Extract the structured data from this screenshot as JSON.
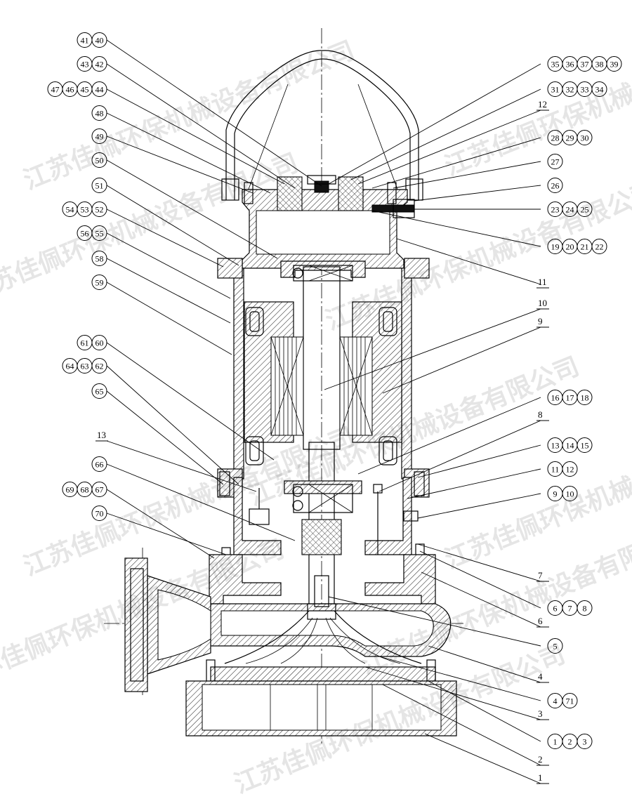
{
  "watermark": {
    "text": "江苏佳佩环保机械设备有限公司",
    "color": "#9a9a9a"
  },
  "labels_left": [
    {
      "id": "L1",
      "text": "41 40",
      "numbers": [
        "41",
        "40"
      ]
    },
    {
      "id": "L2",
      "text": "43 42",
      "numbers": [
        "43",
        "42"
      ]
    },
    {
      "id": "L3",
      "text": "47 46 45 44",
      "numbers": [
        "47",
        "46",
        "45",
        "44"
      ]
    },
    {
      "id": "L4",
      "text": "48",
      "numbers": [
        "48"
      ]
    },
    {
      "id": "L5",
      "text": "49",
      "numbers": [
        "49"
      ]
    },
    {
      "id": "L6",
      "text": "50",
      "numbers": [
        "50"
      ]
    },
    {
      "id": "L7",
      "text": "51",
      "numbers": [
        "51"
      ]
    },
    {
      "id": "L8",
      "text": "54 53 52",
      "numbers": [
        "54",
        "53",
        "52"
      ]
    },
    {
      "id": "L9",
      "text": "56 55",
      "numbers": [
        "56",
        "55"
      ]
    },
    {
      "id": "L10",
      "text": "58",
      "numbers": [
        "58"
      ]
    },
    {
      "id": "L11",
      "text": "59",
      "numbers": [
        "59"
      ]
    },
    {
      "id": "L12",
      "text": "61 60",
      "numbers": [
        "61",
        "60"
      ]
    },
    {
      "id": "L13",
      "text": "64 63 62",
      "numbers": [
        "64",
        "63",
        "62"
      ]
    },
    {
      "id": "L14",
      "text": "65",
      "numbers": [
        "65"
      ]
    },
    {
      "id": "L15",
      "text": "13",
      "numbers": [],
      "plain": "13"
    },
    {
      "id": "L16",
      "text": "66",
      "numbers": [
        "66"
      ]
    },
    {
      "id": "L17",
      "text": "69 68 67",
      "numbers": [
        "69",
        "68",
        "67"
      ]
    },
    {
      "id": "L18",
      "text": "70",
      "numbers": [
        "70"
      ]
    }
  ],
  "labels_right": [
    {
      "id": "R1",
      "text": "35 36 37 38 39",
      "numbers": [
        "35",
        "36",
        "37",
        "38",
        "39"
      ]
    },
    {
      "id": "R2",
      "text": "31 32 33 34",
      "numbers": [
        "31",
        "32",
        "33",
        "34"
      ]
    },
    {
      "id": "R3",
      "text": "12",
      "numbers": [],
      "plain": "12"
    },
    {
      "id": "R4",
      "text": "28 29 30",
      "numbers": [
        "28",
        "29",
        "30"
      ]
    },
    {
      "id": "R5",
      "text": "27",
      "numbers": [
        "27"
      ]
    },
    {
      "id": "R6",
      "text": "26",
      "numbers": [
        "26"
      ]
    },
    {
      "id": "R7",
      "text": "23 24 25",
      "numbers": [
        "23",
        "24",
        "25"
      ]
    },
    {
      "id": "R8",
      "text": "19 20 21 22",
      "numbers": [
        "19",
        "20",
        "21",
        "22"
      ]
    },
    {
      "id": "R9",
      "text": "11",
      "numbers": [],
      "plain": "11"
    },
    {
      "id": "R10",
      "text": "10",
      "numbers": [],
      "plain": "10"
    },
    {
      "id": "R11",
      "text": "9",
      "numbers": [],
      "plain": "9"
    },
    {
      "id": "R12",
      "text": "16 17 18",
      "numbers": [
        "16",
        "17",
        "18"
      ]
    },
    {
      "id": "R13",
      "text": "8",
      "numbers": [],
      "plain": "8"
    },
    {
      "id": "R14",
      "text": "13 14 15",
      "numbers": [
        "13",
        "14",
        "15"
      ]
    },
    {
      "id": "R15",
      "text": "11 12",
      "numbers": [
        "11",
        "12"
      ]
    },
    {
      "id": "R16",
      "text": "9 10",
      "numbers": [
        "9",
        "10"
      ]
    },
    {
      "id": "R17",
      "text": "7",
      "numbers": [],
      "plain": "7"
    },
    {
      "id": "R18",
      "text": "6 7 8",
      "numbers": [
        "6",
        "7",
        "8"
      ]
    },
    {
      "id": "R19",
      "text": "6",
      "numbers": [],
      "plain": "6"
    },
    {
      "id": "R20",
      "text": "5",
      "numbers": [
        "5"
      ]
    },
    {
      "id": "R21",
      "text": "4",
      "numbers": [],
      "plain": "4"
    },
    {
      "id": "R22",
      "text": "4 71",
      "numbers": [
        "4",
        "71"
      ]
    },
    {
      "id": "R23",
      "text": "3",
      "numbers": [],
      "plain": "3"
    },
    {
      "id": "R24",
      "text": "1 2 3",
      "numbers": [
        "1",
        "2",
        "3"
      ]
    },
    {
      "id": "R25",
      "text": "2",
      "numbers": [],
      "plain": "2"
    },
    {
      "id": "R26",
      "text": "1",
      "numbers": [],
      "plain": "1"
    }
  ]
}
